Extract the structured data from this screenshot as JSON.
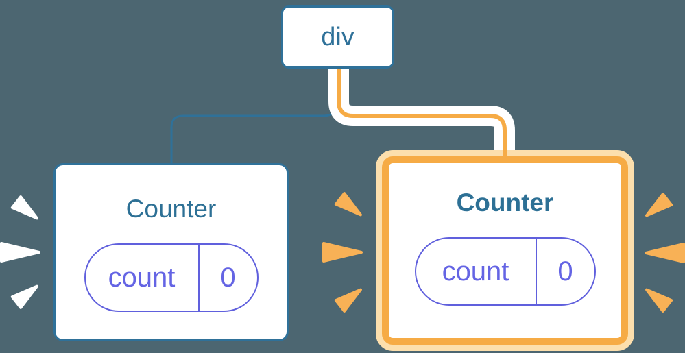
{
  "colors": {
    "bg": "#4c6671",
    "blue": "#2f7199",
    "text": "#2d7095",
    "purple": "#6060dd",
    "purpletext": "#6464e4",
    "orange": "#f6ab45",
    "orangelight": "#fcdfad",
    "orangewedge": "#f8b156",
    "white": "#ffffff"
  },
  "tree": {
    "root": {
      "label": "div"
    },
    "children": [
      {
        "label": "Counter",
        "highlighted": false,
        "state": {
          "name": "count",
          "value": "0"
        }
      },
      {
        "label": "Counter",
        "highlighted": true,
        "state": {
          "name": "count",
          "value": "0"
        }
      }
    ]
  }
}
